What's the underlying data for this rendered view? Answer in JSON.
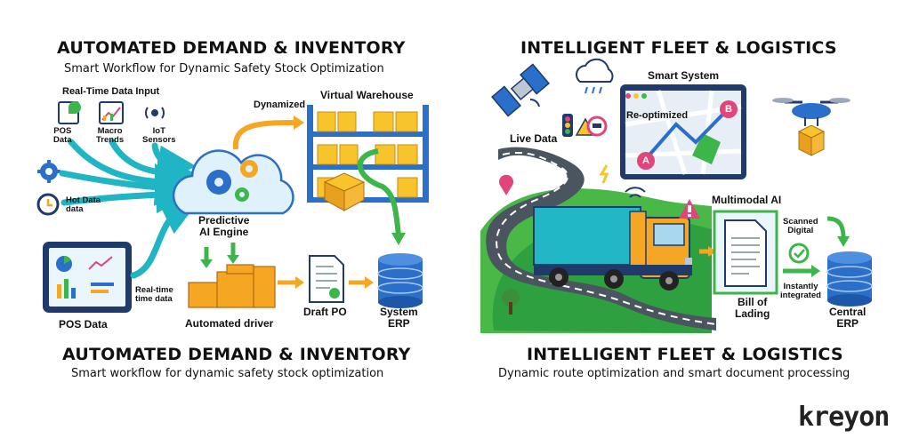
{
  "left": {
    "title_top": "AUTOMATED DEMAND & INVENTORY",
    "subtitle_top": "Smart Workflow for Dynamic Safety Stock Optimization",
    "realtime_input": "Real-Time Data Input",
    "pos_data_small": "POS\nData",
    "macro_trends": "Macro\nTrends",
    "iot_sensors": "IoT\nSensors",
    "hot_data": "Hot Data\ndata",
    "dynamized": "Dynamized",
    "virtual_warehouse": "Virtual Warehouse",
    "predictive_ai": "Predictive\nAI Engine",
    "realtime_time_data": "Real-time\ntime data",
    "pos_data_tablet": "POS Data",
    "automated_driver": "Automated driver",
    "draft_po": "Draft PO",
    "system_erp": "System\nERP",
    "title_bottom": "AUTOMATED DEMAND & INVENTORY",
    "subtitle_bottom": "Smart workflow for dynamic safety stock optimization"
  },
  "right": {
    "title_top": "INTELLIGENT FLEET & LOGISTICS",
    "smart_system": "Smart System",
    "reoptimized": "Re-optimized",
    "live_data": "Live Data",
    "multimodal_ai": "Multimodal AI",
    "scanned_digital": "Scanned\nDigital",
    "instantly_integrated": "Instantly\nintegrated",
    "bill_of_lading": "Bill of\nLading",
    "central_erp": "Central\nERP",
    "marker_a": "A",
    "marker_b": "B",
    "title_bottom": "INTELLIGENT FLEET & LOGISTICS",
    "subtitle_bottom": "Dynamic route optimization and smart document processing"
  },
  "brand": "kreyon",
  "colors": {
    "teal": "#1fb5c4",
    "green": "#3cb54a",
    "orange": "#f5a623",
    "navy": "#1f3a6b",
    "blue": "#2a6fc9",
    "pink": "#e0457b",
    "yellow": "#f7c52b"
  }
}
